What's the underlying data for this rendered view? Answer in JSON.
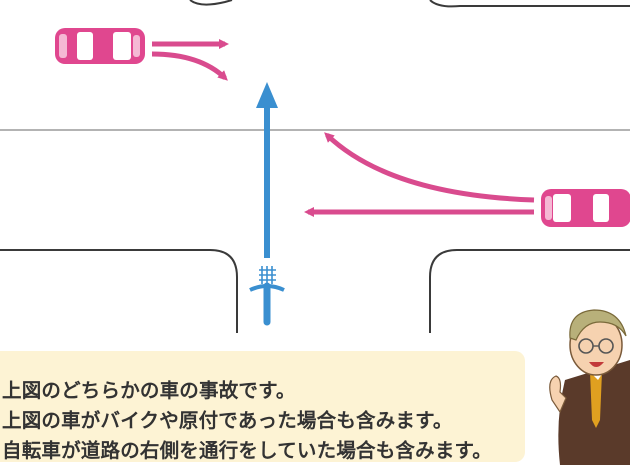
{
  "colors": {
    "car": "#e0478f",
    "car_arrow": "#d94b8e",
    "bicycle": "#3a8fd0",
    "road_edge": "#3a3a3a",
    "center_line": "#9a9a9a",
    "note_bg": "#fdf3d4",
    "note_text": "#333333"
  },
  "notes": [
    "上図のどちらかの車の事故です。",
    "上図の車がバイクや原付であった場合も含みます。",
    "自転車が道路の右側を通行をしていた場合も含みます。"
  ],
  "icons": {
    "car_left": "car-icon",
    "car_right": "car-icon",
    "bicycle": "bicycle-icon",
    "advisor": "lawyer-icon"
  }
}
